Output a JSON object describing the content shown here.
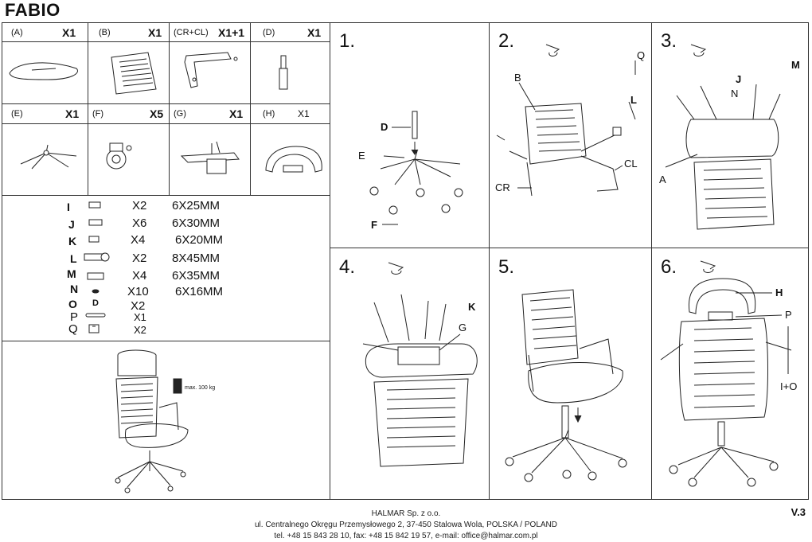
{
  "title": "FABIO",
  "parts": [
    {
      "code": "(A)",
      "qty": "X1"
    },
    {
      "code": "(B)",
      "qty": "X1"
    },
    {
      "code": "(CR+CL)",
      "qty": "X1+1"
    },
    {
      "code": "(D)",
      "qty": "X1"
    },
    {
      "code": "(E)",
      "qty": "X1"
    },
    {
      "code": "(F)",
      "qty": "X5"
    },
    {
      "code": "(G)",
      "qty": "X1"
    },
    {
      "code": "(H)",
      "qty": "X1"
    }
  ],
  "hardware": [
    {
      "code": "I",
      "qty": "X2",
      "size": "6X25MM"
    },
    {
      "code": "J",
      "qty": "X6",
      "size": "6X30MM"
    },
    {
      "code": "K",
      "qty": "X4",
      "size": "6X20MM"
    },
    {
      "code": "L",
      "qty": "X2",
      "size": "8X45MM"
    },
    {
      "code": "M",
      "qty": "X4",
      "size": "6X35MM"
    },
    {
      "code": "N",
      "qty": "X10",
      "size": "6X16MM"
    },
    {
      "code": "O",
      "qty": "X2",
      "size": ""
    },
    {
      "code": "P",
      "qty": "X1",
      "size": ""
    },
    {
      "code": "Q",
      "qty": "X2",
      "size": ""
    }
  ],
  "hardware_O_glyph": "D",
  "max_load": "max. 100 kg",
  "steps": {
    "s1": {
      "num": "1.",
      "labels": [
        "D",
        "E",
        "F"
      ]
    },
    "s2": {
      "num": "2.",
      "labels": [
        "B",
        "Q",
        "L",
        "CL",
        "CR"
      ]
    },
    "s3": {
      "num": "3.",
      "labels": [
        "J",
        "M",
        "N",
        "A"
      ]
    },
    "s4": {
      "num": "4.",
      "labels": [
        "K",
        "G"
      ]
    },
    "s5": {
      "num": "5.",
      "labels": []
    },
    "s6": {
      "num": "6.",
      "labels": [
        "H",
        "P",
        "I+O"
      ]
    }
  },
  "footer": {
    "company": "HALMAR Sp. z o.o.",
    "address": "ul. Centralnego Okręgu Przemysłowego 2, 37-450 Stalowa Wola, POLSKA / POLAND",
    "contact": "tel. +48 15 843 28 10, fax: +48 15 842 19 57, e-mail: office@halmar.com.pl"
  },
  "version": "V.3"
}
